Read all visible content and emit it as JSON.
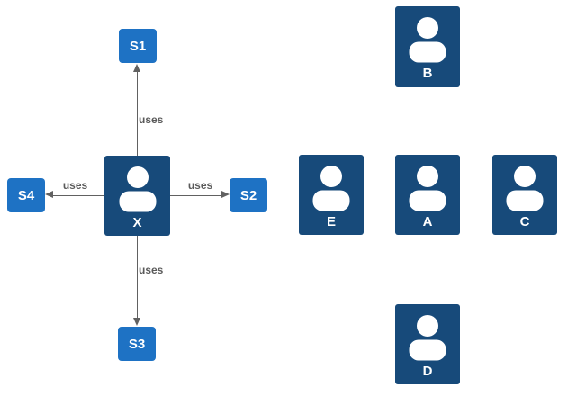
{
  "diagram": {
    "services": [
      {
        "id": "S1",
        "label": "S1"
      },
      {
        "id": "S2",
        "label": "S2"
      },
      {
        "id": "S3",
        "label": "S3"
      },
      {
        "id": "S4",
        "label": "S4"
      }
    ],
    "actors": [
      {
        "id": "X",
        "label": "X"
      },
      {
        "id": "B",
        "label": "B"
      },
      {
        "id": "E",
        "label": "E"
      },
      {
        "id": "A",
        "label": "A"
      },
      {
        "id": "C",
        "label": "C"
      },
      {
        "id": "D",
        "label": "D"
      }
    ],
    "edges": [
      {
        "from": "X",
        "to": "S1",
        "label": "uses"
      },
      {
        "from": "X",
        "to": "S2",
        "label": "uses"
      },
      {
        "from": "X",
        "to": "S3",
        "label": "uses"
      },
      {
        "from": "X",
        "to": "S4",
        "label": "uses"
      }
    ],
    "icons": [
      {
        "name": "person-icon",
        "meaning": "user / actor"
      }
    ],
    "colors": {
      "service_fill": "#1e72c4",
      "actor_fill": "#174a7a",
      "node_text": "#ffffff",
      "edge_color": "#616161",
      "edge_label_color": "#5a5a5a",
      "background": "#ffffff"
    }
  }
}
